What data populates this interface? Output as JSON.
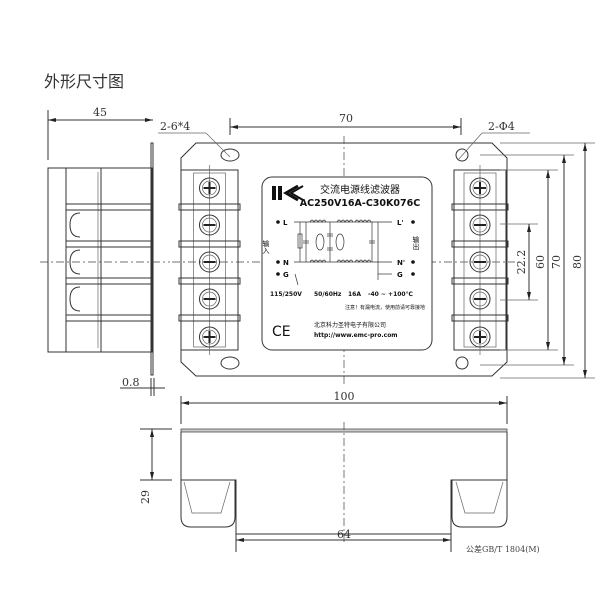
{
  "title": "外形尺寸图",
  "dimensions": {
    "side_width": "45",
    "slot_callout": "2-6*4",
    "hole_spacing": "70",
    "hole_callout": "2-Φ4",
    "height_80": "80",
    "height_70": "70",
    "height_60": "60",
    "pitch_22_2": "22.2",
    "plate_thickness": "0.8",
    "length_100": "100",
    "depth_29": "29",
    "foot_spacing_64": "64"
  },
  "label": {
    "name": "交流电源线滤波器",
    "model": "AC250V16A-C30K076C",
    "terminal_L": "L",
    "terminal_N": "N",
    "terminal_G": "G",
    "terminal_L_out": "L'",
    "terminal_N_out": "N'",
    "terminal_G_out": "G",
    "input": "输入",
    "output": "输出",
    "voltage": "115/250V",
    "frequency": "50/60Hz",
    "current": "16A",
    "temperature": "-40 ~ +100℃",
    "warning": "注意！有漏电流，使用前请可靠接地",
    "ce": "CE",
    "company": "北京科力圣特电子有限公司",
    "url": "http://www.emc-pro.com"
  },
  "tolerance_note": "公差GB/T 1804(M)"
}
